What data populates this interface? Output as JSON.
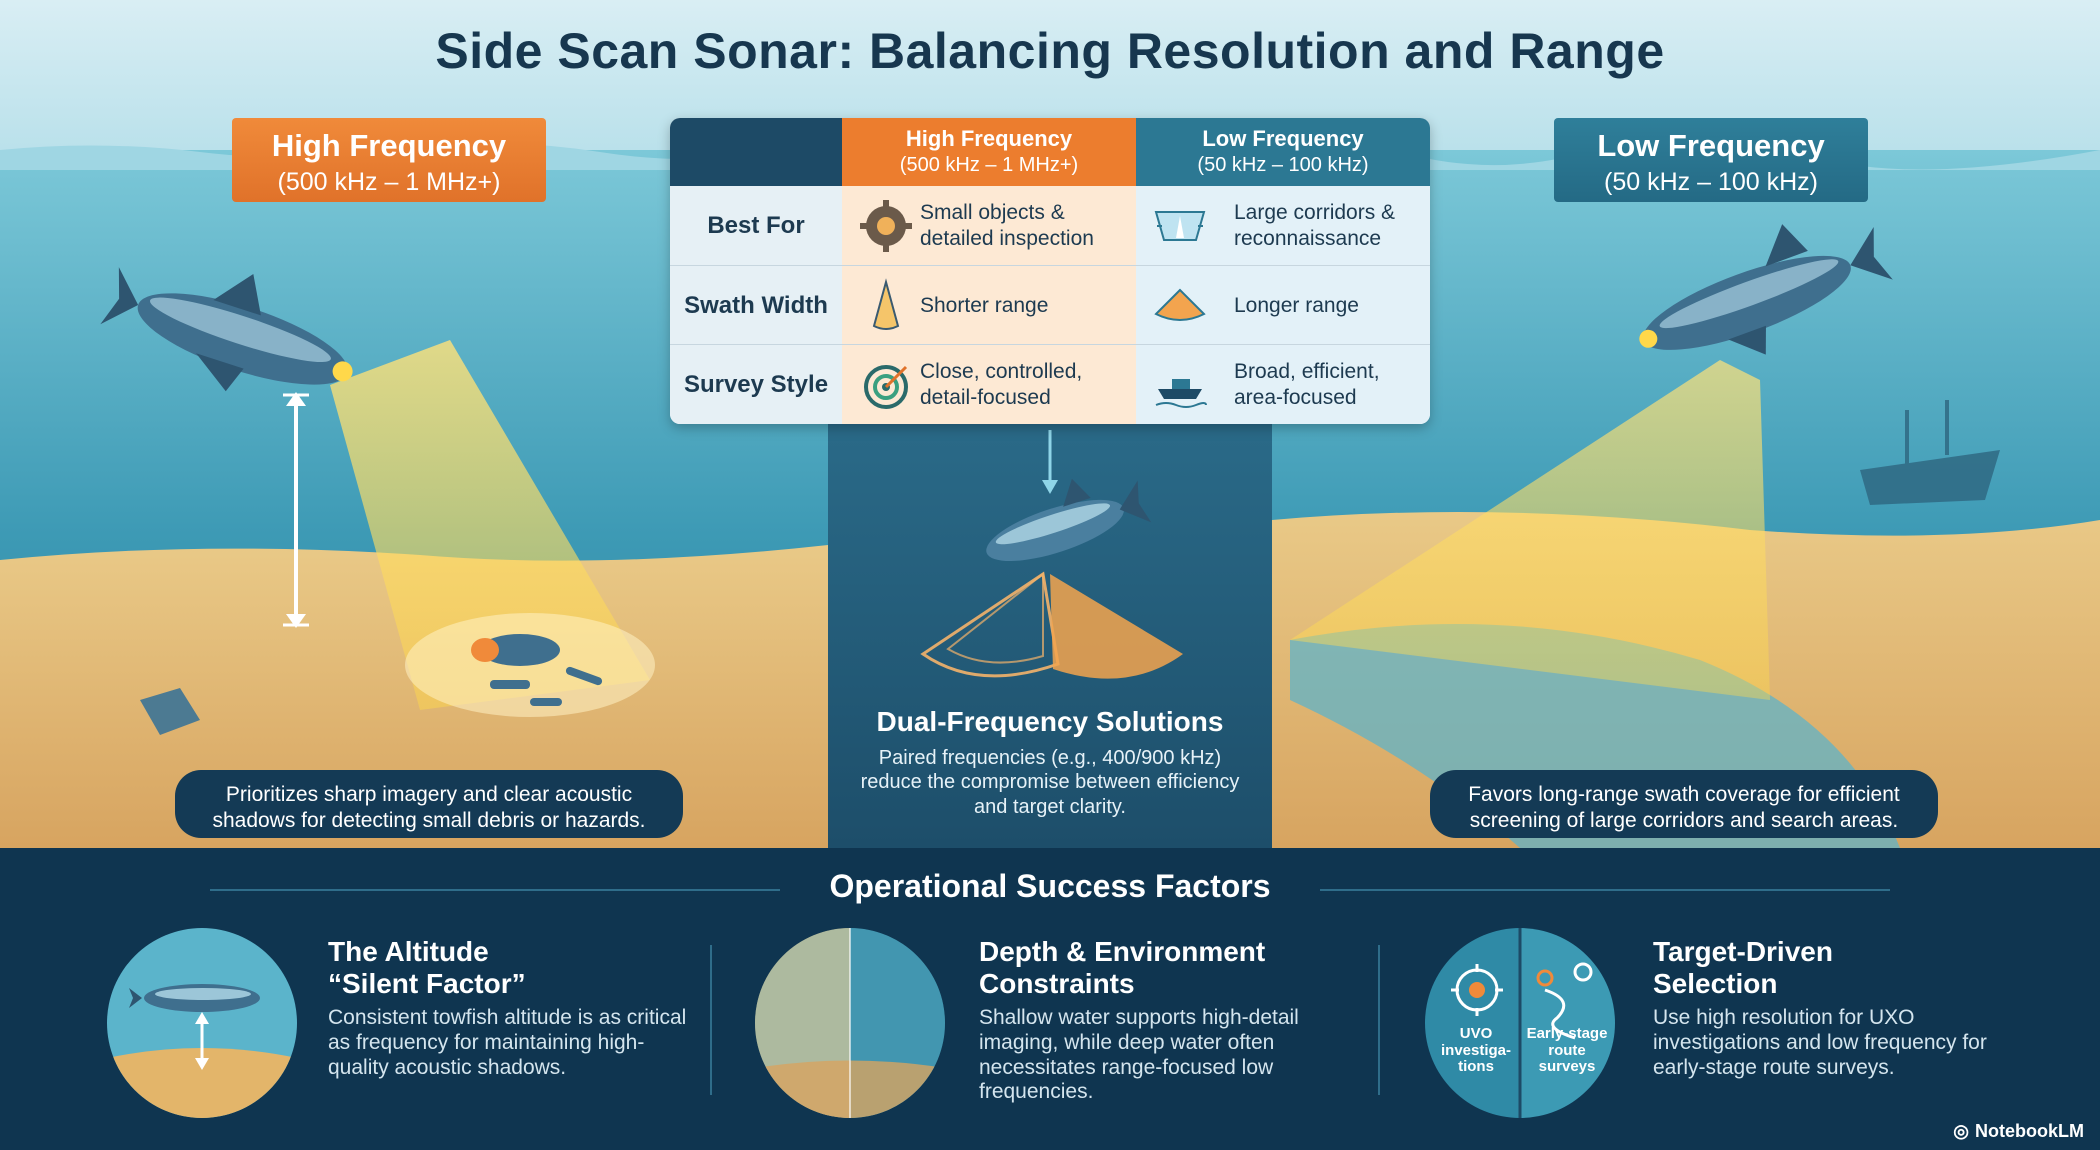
{
  "title": "Side Scan Sonar: Balancing Resolution and Range",
  "high_frequency": {
    "label": "High Frequency",
    "range": "(500 kHz – 1 MHz+)"
  },
  "low_frequency": {
    "label": "Low Frequency",
    "range": "(50 kHz – 100 kHz)"
  },
  "comparison_table": {
    "hf_header": {
      "label": "High Frequency",
      "range": "(500 kHz – 1 MHz+)"
    },
    "lf_header": {
      "label": "Low Frequency",
      "range": "(50 kHz – 100 kHz)"
    },
    "rows": [
      {
        "label": "Best For",
        "hf": "Small objects & detailed inspection",
        "hf_icon": "gear-icon",
        "lf": "Large corridors & reconnaissance",
        "lf_icon": "corridor-icon"
      },
      {
        "label": "Swath Width",
        "hf": "Shorter range",
        "hf_icon": "narrow-beam-icon",
        "lf": "Longer range",
        "lf_icon": "wide-beam-icon"
      },
      {
        "label": "Survey Style",
        "hf": "Close, controlled, detail-focused",
        "hf_icon": "target-icon",
        "lf": "Broad, efficient, area-focused",
        "lf_icon": "boat-icon"
      }
    ]
  },
  "hf_caption": "Prioritizes sharp imagery and clear acoustic shadows for detecting small debris or hazards.",
  "lf_caption": "Favors long-range swath coverage for efficient screening of large corridors and search areas.",
  "dual": {
    "title": "Dual-Frequency Solutions",
    "text": "Paired frequencies (e.g., 400/900 kHz) reduce the compromise between efficiency and target clarity."
  },
  "operational": {
    "title": "Operational Success Factors",
    "factors": [
      {
        "title_line1": "The Altitude",
        "title_line2": "“Silent Factor”",
        "text": "Consistent towfish altitude is as critical as frequency for maintaining high-quality acoustic shadows."
      },
      {
        "title_line1": "Depth & Environment",
        "title_line2": "Constraints",
        "text": "Shallow water supports high-detail imaging, while deep water often necessitates range-focused low frequencies."
      },
      {
        "title_line1": "Target-Driven",
        "title_line2": "Selection",
        "text": "Use high resolution for UXO investigations and low frequency for early-stage route surveys.",
        "left_label": "UVO investiga-tions",
        "right_label": "Early-stage route surveys"
      }
    ]
  },
  "brand": "NotebookLM"
}
